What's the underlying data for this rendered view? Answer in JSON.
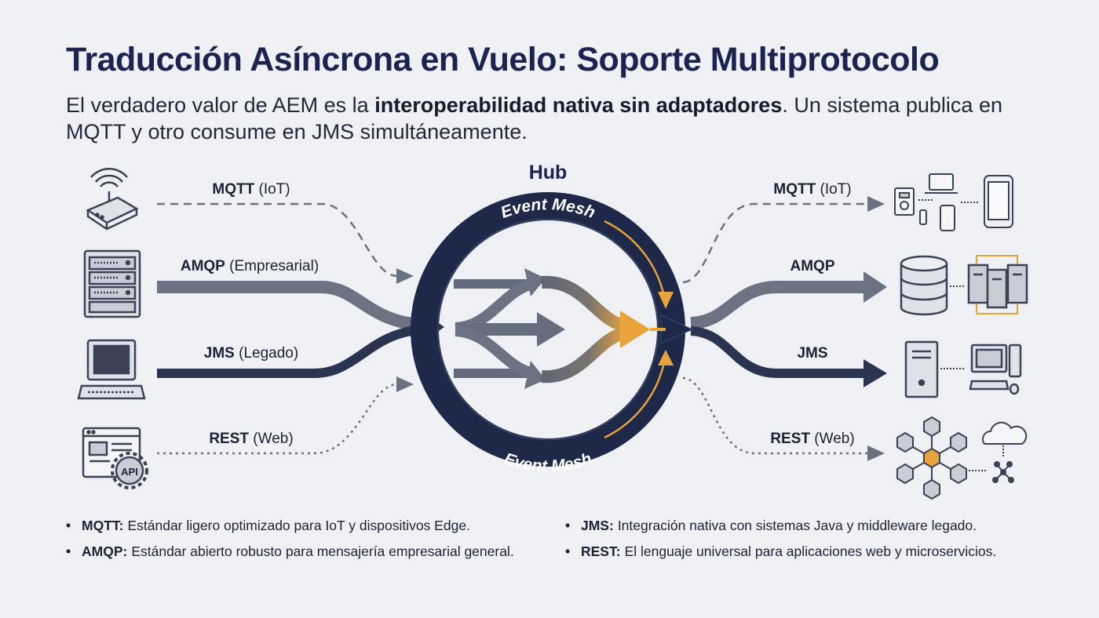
{
  "title": "Traducción Asíncrona en Vuelo: Soporte Multiprotocolo",
  "subtitle": {
    "before": "El verdadero valor de AEM es la ",
    "bold": "interoperabilidad nativa sin adaptadores",
    "after": ". Un sistema publica en MQTT y otro consume en JMS simultáneamente."
  },
  "hub": {
    "label": "Hub",
    "ring_top": "Event Mesh",
    "ring_bottom": "Event Mesh"
  },
  "inputs": [
    {
      "key": "MQTT",
      "detail": " (IoT)",
      "icon": "wifi-router-icon"
    },
    {
      "key": "AMQP",
      "detail": " (Empresarial)",
      "icon": "server-rack-icon"
    },
    {
      "key": "JMS",
      "detail": " (Legado)",
      "icon": "legacy-computer-icon"
    },
    {
      "key": "REST",
      "detail": " (Web)",
      "icon": "web-api-icon"
    }
  ],
  "outputs": [
    {
      "key": "MQTT",
      "detail": " (IoT)",
      "icon": "iot-devices-icon"
    },
    {
      "key": "AMQP",
      "detail": "",
      "icon": "database-servers-icon"
    },
    {
      "key": "JMS",
      "detail": "",
      "icon": "desktop-tower-icon"
    },
    {
      "key": "REST",
      "detail": " (Web)",
      "icon": "microservices-cloud-icon"
    }
  ],
  "api_badge": "API",
  "notes": [
    {
      "key": "MQTT:",
      "text": "Estándar ligero optimizado para IoT y dispositivos Edge."
    },
    {
      "key": "AMQP:",
      "text": "Estándar abierto robusto para mensajería empresarial general."
    },
    {
      "key": "JMS:",
      "text": "Integración nativa con sistemas Java y middleware legado."
    },
    {
      "key": "REST:",
      "text": "El lenguaje universal para aplicaciones web y microservicios."
    }
  ],
  "colors": {
    "navy": "#1b2350",
    "ring": "#1e2848",
    "flow": "#5d6575",
    "accent": "#e8a43a"
  }
}
